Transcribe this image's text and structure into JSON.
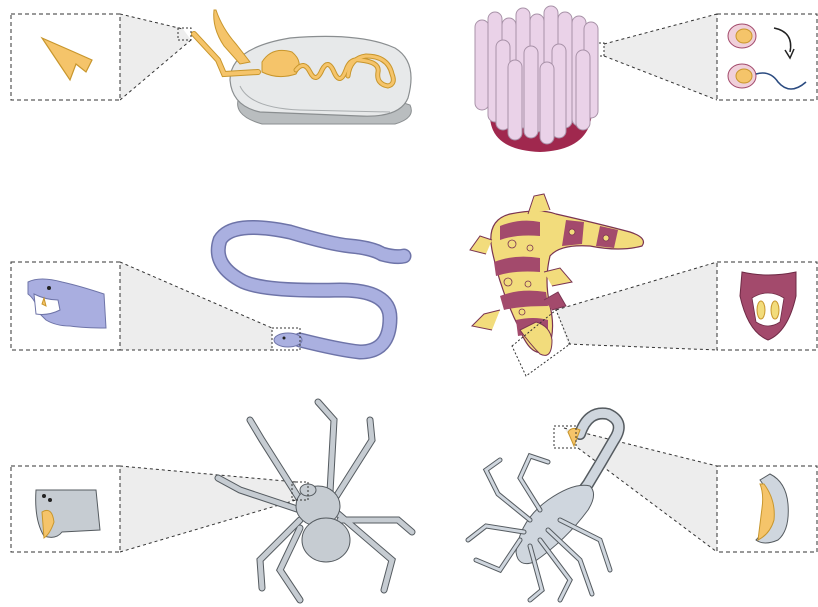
{
  "figure": {
    "background": "#ffffff",
    "colors": {
      "venom_orange": "#f5c46a",
      "venom_outline": "#c8962c",
      "shell_light": "#e6e8e8",
      "shell_dark": "#b8bcbe",
      "anemone_pink": "#e8cfe6",
      "anemone_base": "#a0284e",
      "snake_blue": "#a8aede",
      "lizard_yellow": "#f2dc7c",
      "lizard_maroon": "#a34a6c",
      "spider_grey": "#c6ccd2",
      "scorpion_grey": "#cfd6de",
      "dashed_frame": "#333333",
      "zoom_fill": "#ececec",
      "flagellum_blue": "#2b4b80"
    },
    "panels": [
      {
        "name": "cone-snail",
        "inset": "venom-harpoon-tooth",
        "icon": "cone-snail-icon"
      },
      {
        "name": "sea-anemone",
        "inset": "nematocyst-firing",
        "icon": "anemone-icon"
      },
      {
        "name": "snake",
        "inset": "fanged-head",
        "icon": "snake-icon"
      },
      {
        "name": "gila-monster",
        "inset": "grooved-teeth-jaw",
        "icon": "lizard-icon"
      },
      {
        "name": "spider",
        "inset": "chelicera-fang",
        "icon": "spider-icon"
      },
      {
        "name": "scorpion",
        "inset": "stinger-telson",
        "icon": "scorpion-icon"
      }
    ]
  }
}
